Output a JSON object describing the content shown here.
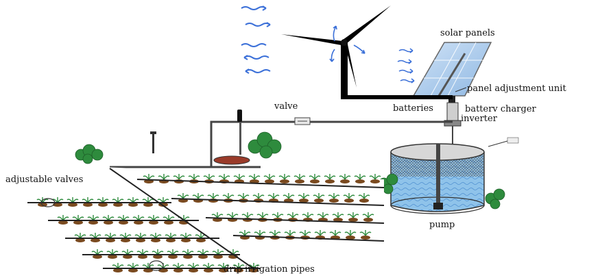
{
  "labels": {
    "solar_panels": "solar panels",
    "panel_adjustment_unit": "panel adjustment unit",
    "batteries": "batteries",
    "battery_charger": "batterv charger",
    "inverter": "inverter",
    "valve": "valve",
    "adjustable_valves": "adjustable valves",
    "pump": "pump",
    "drip_irrigation_pipes": "drip irrigation pipes"
  },
  "colors": {
    "wind_arrows": "#3a6fd8",
    "pipe": "#444444",
    "tower": "#000000",
    "solar_panel": "#a9c8ea",
    "tank_water": "#8fc3ea",
    "tank_mesh": "#555555",
    "plant": "#2e8b3d",
    "soil": "#7a4a1f"
  }
}
